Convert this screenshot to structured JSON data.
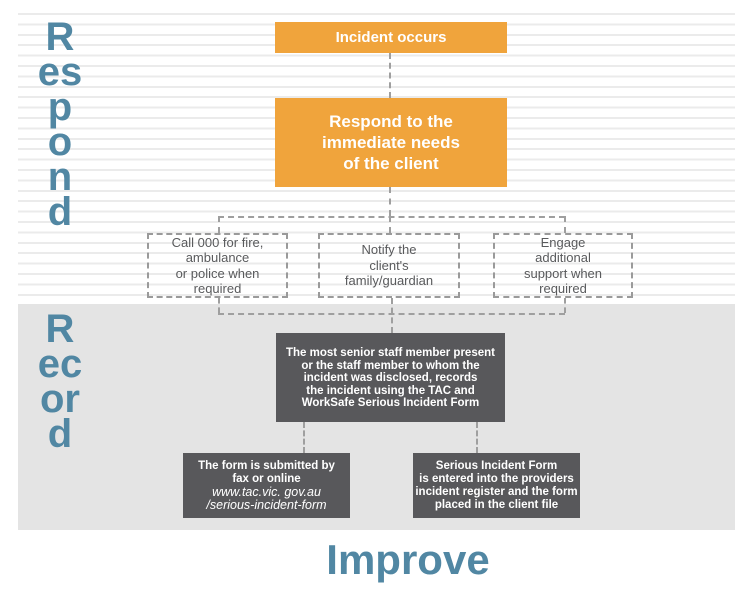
{
  "palette": {
    "orange": "#F0A43C",
    "dark_box_gray": "#58585B",
    "section_gray": "#E4E4E4",
    "stripe_gray": "#EBEBEB",
    "teal_heading": "#5187A3",
    "connector_gray": "#9F9F9F",
    "dashed_box_text": "#595A5C"
  },
  "phases": {
    "respond": "Respond",
    "record": "Record",
    "improve": "Improve"
  },
  "flow": {
    "incident": "Incident occurs",
    "respond_needs": "Respond to the\nimmediate needs\nof the client",
    "call_000": "Call 000 for fire,\nambulance\nor police when\nrequired",
    "notify_family": "Notify the\nclient's\nfamily/guardian",
    "engage_support": "Engage\nadditional\nsupport when\nrequired",
    "record_main": "The most senior staff member present\nor the staff member to whom the\nincident was disclosed, records\nthe incident using the TAC and\nWorkSafe Serious Incident Form",
    "submit_form": "The form is submitted by\nfax or online",
    "submit_form_url": "www.tac.vic. gov.au\n/serious-incident-form",
    "register_form": "Serious Incident Form\nis entered into the providers\nincident register and the form\nplaced in the client file"
  }
}
